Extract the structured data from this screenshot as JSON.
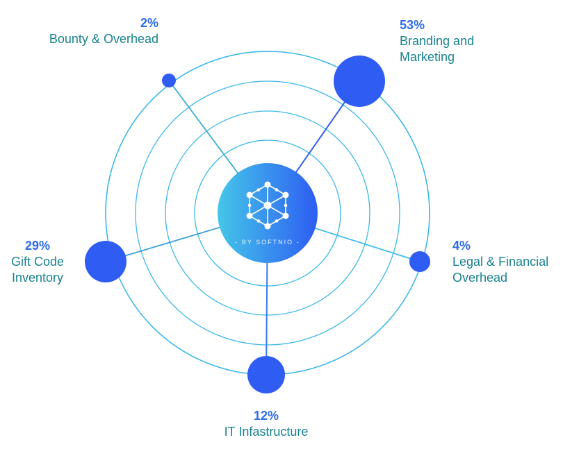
{
  "chart_data": {
    "type": "pie",
    "title": "",
    "slices": [
      {
        "label": "Bounty & Overhead",
        "value": 2,
        "pct": "2%"
      },
      {
        "label": "Branding and Marketing",
        "value": 53,
        "pct": "53%"
      },
      {
        "label": "Legal & Financial Overhead",
        "value": 4,
        "pct": "4%"
      },
      {
        "label": "IT Infastructure",
        "value": 12,
        "pct": "12%"
      },
      {
        "label": "Gift Code Inventory",
        "value": 29,
        "pct": "29%"
      }
    ],
    "annotations": [
      "- BY SOFTNIO -"
    ],
    "legend_position": "around",
    "layout": "radial node chart: center logo circle, 4 concentric rings, nodes sized by value on outer ring"
  },
  "colors": {
    "percent_text": "#2d6be9",
    "category_text": "#17818f",
    "node": "#2f5cf3",
    "ring": "#3cb7e8",
    "center_gradient_start": "#45c6e9",
    "center_gradient_end": "#2d5df2"
  }
}
